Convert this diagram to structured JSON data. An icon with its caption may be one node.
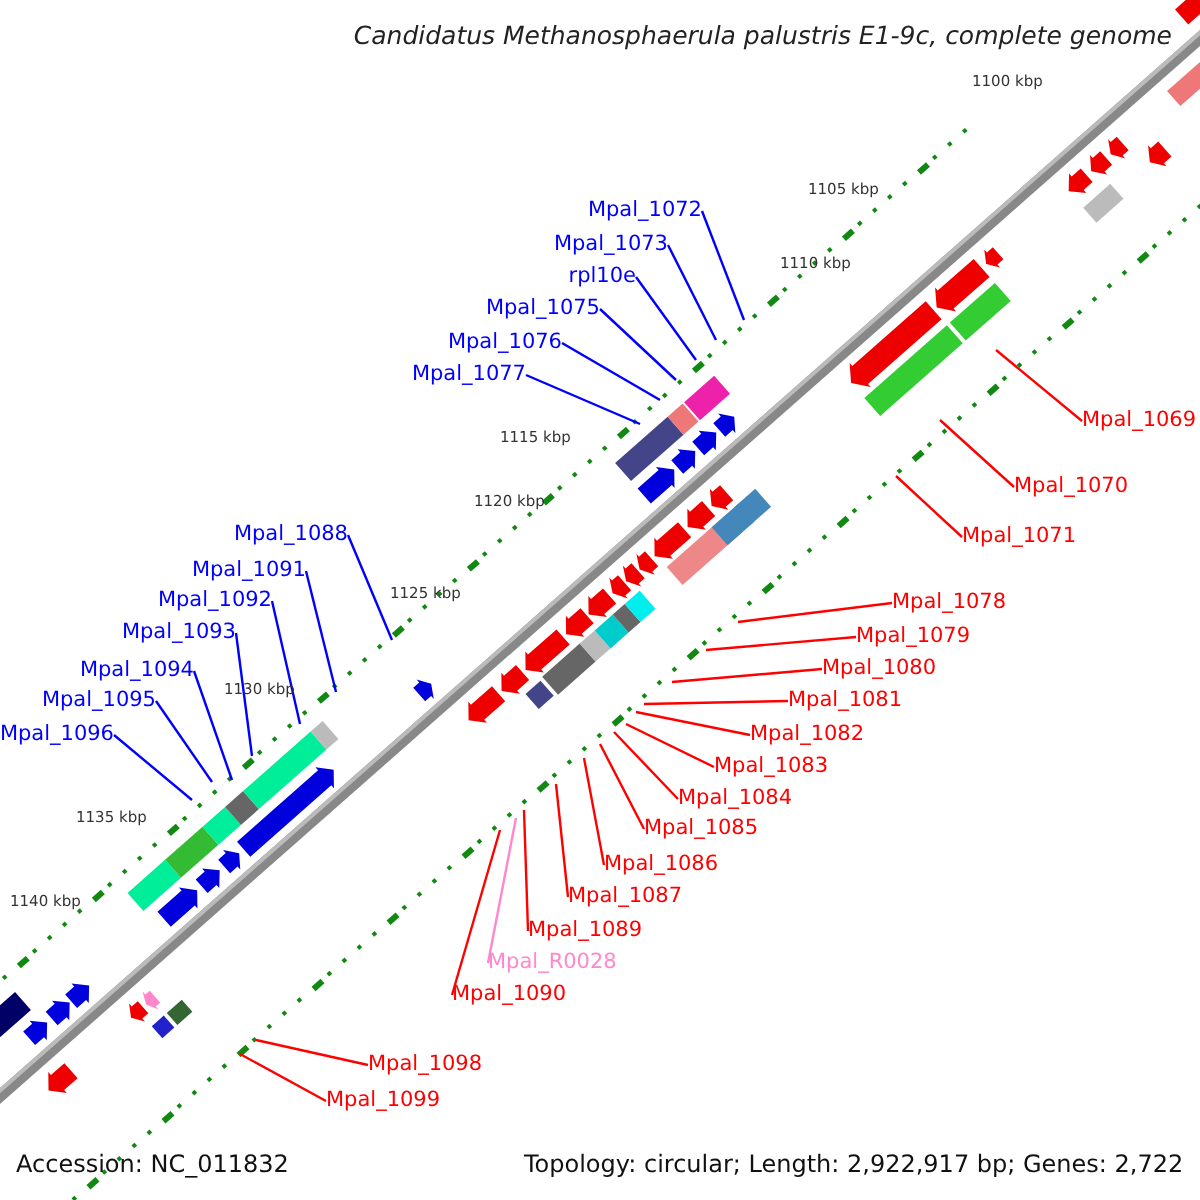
{
  "diagram": {
    "title": "Candidatus Methanosphaerula palustris E1-9c, complete genome",
    "nodes": [
      {
        "text": [
          "Mpal_1072"
        ]
      },
      {
        "text": [
          "Mpal_1073"
        ]
      },
      {
        "text": [
          "rpl10e"
        ]
      },
      {
        "text": [
          "Mpal_1075"
        ]
      },
      {
        "text": [
          "Mpal_1076"
        ]
      },
      {
        "text": [
          "Mpal_1077"
        ]
      },
      {
        "text": [
          "Mpal_1088"
        ]
      },
      {
        "text": [
          "Mpal_1091"
        ]
      },
      {
        "text": [
          "Mpal_1092"
        ]
      },
      {
        "text": [
          "Mpal_1093"
        ]
      },
      {
        "text": [
          "Mpal_1094"
        ]
      },
      {
        "text": [
          "Mpal_1095"
        ]
      },
      {
        "text": [
          "Mpal_1096"
        ]
      },
      {
        "text": [
          "Mpal_1069"
        ]
      },
      {
        "text": [
          "Mpal_1070"
        ]
      },
      {
        "text": [
          "Mpal_1071"
        ]
      },
      {
        "text": [
          "Mpal_1078"
        ]
      },
      {
        "text": [
          "Mpal_1079"
        ]
      },
      {
        "text": [
          "Mpal_1080"
        ]
      },
      {
        "text": [
          "Mpal_1081"
        ]
      },
      {
        "text": [
          "Mpal_1082"
        ]
      },
      {
        "text": [
          "Mpal_1083"
        ]
      },
      {
        "text": [
          "Mpal_1084"
        ]
      },
      {
        "text": [
          "Mpal_1085"
        ]
      },
      {
        "text": [
          "Mpal_1086"
        ]
      },
      {
        "text": [
          "Mpal_1087"
        ]
      },
      {
        "text": [
          "Mpal_1089"
        ]
      },
      {
        "text": [
          "Mpal_R0028"
        ]
      },
      {
        "text": [
          "Mpal_1090"
        ]
      },
      {
        "text": [
          "Mpal_1098"
        ]
      },
      {
        "text": [
          "Mpal_1099"
        ]
      }
    ],
    "edges": [
      {
        "from": 0,
        "to": null,
        "arrow": "none",
        "color": "#0000ff"
      },
      {
        "from": 1,
        "to": null,
        "arrow": "none",
        "color": "#0000ff"
      },
      {
        "from": 2,
        "to": null,
        "arrow": "none",
        "color": "#0000ff"
      },
      {
        "from": 3,
        "to": null,
        "arrow": "none",
        "color": "#0000ff"
      },
      {
        "from": 4,
        "to": null,
        "arrow": "none",
        "color": "#0000ff"
      },
      {
        "from": 5,
        "to": null,
        "arrow": "none",
        "color": "#0000ff"
      },
      {
        "from": 6,
        "to": null,
        "arrow": "none",
        "color": "#0000ff"
      },
      {
        "from": 7,
        "to": null,
        "arrow": "none",
        "color": "#0000ff"
      },
      {
        "from": 8,
        "to": null,
        "arrow": "none",
        "color": "#0000ff"
      },
      {
        "from": 9,
        "to": null,
        "arrow": "none",
        "color": "#0000ff"
      },
      {
        "from": 10,
        "to": null,
        "arrow": "none",
        "color": "#0000ff"
      },
      {
        "from": 11,
        "to": null,
        "arrow": "none",
        "color": "#0000ff"
      },
      {
        "from": 12,
        "to": null,
        "arrow": "none",
        "color": "#0000ff"
      },
      {
        "from": 13,
        "to": null,
        "arrow": "none"
      },
      {
        "from": 14,
        "to": null,
        "arrow": "none"
      },
      {
        "from": 15,
        "to": null,
        "arrow": "none"
      },
      {
        "from": 16,
        "to": null,
        "arrow": "none"
      },
      {
        "from": 17,
        "to": null,
        "arrow": "none"
      },
      {
        "from": 18,
        "to": null,
        "arrow": "none"
      },
      {
        "from": 19,
        "to": null,
        "arrow": "none"
      },
      {
        "from": 20,
        "to": null,
        "arrow": "none"
      },
      {
        "from": 21,
        "to": null,
        "arrow": "none"
      },
      {
        "from": 22,
        "to": null,
        "arrow": "none"
      },
      {
        "from": 23,
        "to": null,
        "arrow": "none"
      },
      {
        "from": 24,
        "to": null,
        "arrow": "none"
      },
      {
        "from": 25,
        "to": null,
        "arrow": "none"
      },
      {
        "from": 26,
        "to": null,
        "arrow": "none"
      },
      {
        "from": 27,
        "to": null,
        "arrow": "none",
        "color": "#ff88cc"
      },
      {
        "from": 28,
        "to": null,
        "arrow": "none"
      },
      {
        "from": 29,
        "to": null,
        "arrow": "none"
      },
      {
        "from": 30,
        "to": null,
        "arrow": "none"
      }
    ],
    "labels": [
      "1100 kbp",
      "1105 kbp",
      "1110 kbp",
      "1115 kbp",
      "1120 kbp",
      "1125 kbp",
      "1130 kbp",
      "1135 kbp",
      "1140 kbp",
      "Accession: NC_011832",
      "Topology: circular; Length: 2,922,917 bp; Genes: 2,722"
    ]
  }
}
